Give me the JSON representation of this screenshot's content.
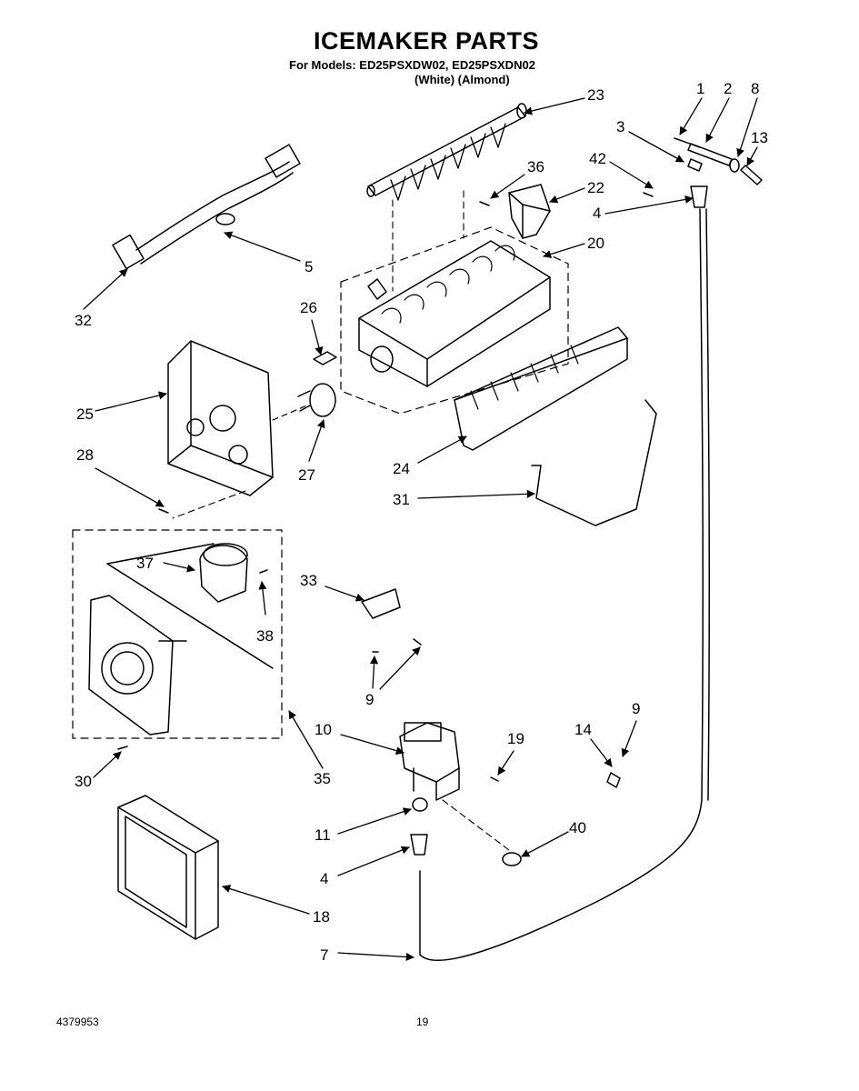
{
  "header": {
    "title": "ICEMAKER PARTS",
    "models_line": "For Models: ED25PSXDW02, ED25PSXDN02",
    "colors_line": "(White)  (Almond)"
  },
  "footer": {
    "doc_number": "4379953",
    "page_number": "19"
  },
  "callouts": [
    {
      "id": "c1",
      "label": "1"
    },
    {
      "id": "c2",
      "label": "2"
    },
    {
      "id": "c8",
      "label": "8"
    },
    {
      "id": "c3",
      "label": "3"
    },
    {
      "id": "c13",
      "label": "13"
    },
    {
      "id": "c42",
      "label": "42"
    },
    {
      "id": "c4a",
      "label": "4"
    },
    {
      "id": "c23",
      "label": "23"
    },
    {
      "id": "c36",
      "label": "36"
    },
    {
      "id": "c22",
      "label": "22"
    },
    {
      "id": "c20",
      "label": "20"
    },
    {
      "id": "c5",
      "label": "5"
    },
    {
      "id": "c32",
      "label": "32"
    },
    {
      "id": "c26",
      "label": "26"
    },
    {
      "id": "c25",
      "label": "25"
    },
    {
      "id": "c28",
      "label": "28"
    },
    {
      "id": "c27",
      "label": "27"
    },
    {
      "id": "c24",
      "label": "24"
    },
    {
      "id": "c31",
      "label": "31"
    },
    {
      "id": "c37",
      "label": "37"
    },
    {
      "id": "c33",
      "label": "33"
    },
    {
      "id": "c38",
      "label": "38"
    },
    {
      "id": "c9a",
      "label": "9"
    },
    {
      "id": "c9b",
      "label": "9"
    },
    {
      "id": "c14",
      "label": "14"
    },
    {
      "id": "c10",
      "label": "10"
    },
    {
      "id": "c19",
      "label": "19"
    },
    {
      "id": "c30",
      "label": "30"
    },
    {
      "id": "c35",
      "label": "35"
    },
    {
      "id": "c11",
      "label": "11"
    },
    {
      "id": "c40",
      "label": "40"
    },
    {
      "id": "c4b",
      "label": "4"
    },
    {
      "id": "c18",
      "label": "18"
    },
    {
      "id": "c7",
      "label": "7"
    }
  ]
}
